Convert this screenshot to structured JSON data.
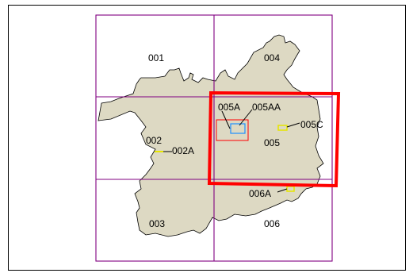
{
  "map": {
    "colors": {
      "boundary_fill": "#ddd9c3",
      "boundary_stroke": "#000000",
      "grid_line": "#800080",
      "selection_highlight": "#ff0000",
      "small_red_box": "#ff0000",
      "aa_box": "#1e90ff",
      "c_marker": "#e6e600",
      "marker_006a": "#e6e600",
      "leader_line": "#000000",
      "frame": "#000000"
    },
    "labels": {
      "tile_001": "001",
      "tile_002": "002",
      "tile_002a": "002A",
      "tile_003": "003",
      "tile_004": "004",
      "tile_005": "005",
      "tile_005a": "005A",
      "tile_005aa": "005AA",
      "tile_005c": "005C",
      "tile_006": "006",
      "tile_006a": "006A"
    },
    "selected_tile": "005"
  }
}
